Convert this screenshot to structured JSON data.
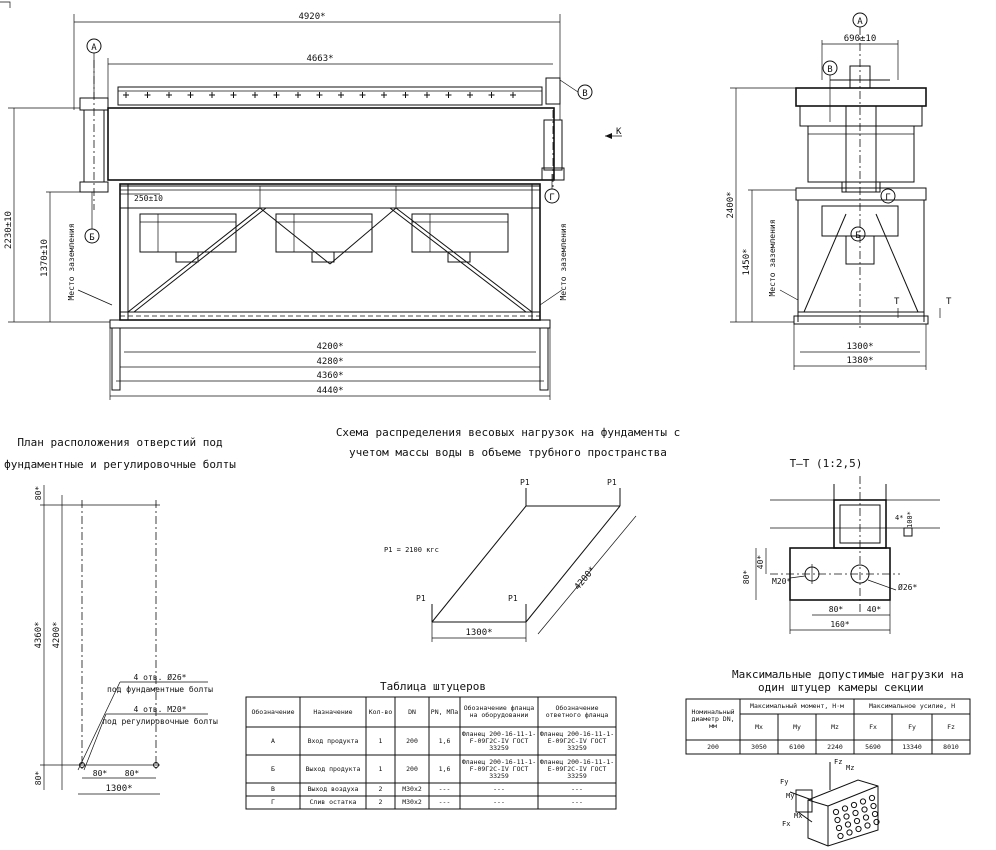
{
  "front": {
    "corner_mark": "",
    "dim_4920": "4920*",
    "dim_4663": "4663*",
    "dim_2230": "2230±10",
    "dim_1370": "1370±10",
    "dim_250": "250±10",
    "dim_4200": "4200*",
    "dim_4280": "4280*",
    "dim_4360": "4360*",
    "dim_4440": "4440*",
    "ground_left": "Место заземления",
    "ground_right": "Место заземления",
    "label_A": "А",
    "label_B": "Б",
    "label_V": "В",
    "label_G": "Г",
    "label_K": "К"
  },
  "side": {
    "dim_690": "690±10",
    "dim_2400": "2400*",
    "dim_1450": "1450*",
    "dim_1300": "1300*",
    "dim_1380": "1380*",
    "ground": "Место заземления",
    "label_A": "А",
    "label_B": "Б",
    "label_V": "В",
    "label_G": "Г",
    "section_T1": "Т",
    "section_T2": "Т"
  },
  "plan": {
    "title_line1": "План расположения отверстий под",
    "title_line2": "фундаментные и регулировочные болты",
    "dim_80_top": "80*",
    "dim_4360": "4360*",
    "dim_4200": "4200*",
    "dim_80_bottom": "80*",
    "dim_80_a": "80*",
    "dim_80_b": "80*",
    "dim_1300": "1300*",
    "note1_top": "4 отв. Ø26*",
    "note1_bottom": "под фундаментные болты",
    "note2_top": "4 отв. M20*",
    "note2_bottom": "под регулировочные болты"
  },
  "loads": {
    "title_line1": "Схема распределения весовых нагрузок на фундаменты с",
    "title_line2": "учетом массы воды в объеме трубного пространства",
    "p1_value": "P1 = 2100 кгс",
    "p1": "P1",
    "dim_1300": "1300*",
    "dim_4200": "4200*"
  },
  "section": {
    "title": "Т–Т (1:2,5)",
    "dim_40a": "40*",
    "dim_80": "80*",
    "m20": "M20*",
    "dim_80b": "80*",
    "dim_40b": "40*",
    "dim_160": "160*",
    "phi26": "Ø26*",
    "dim_4": "4*",
    "dim_100": "100*"
  },
  "nozzles": {
    "title": "Таблица штуцеров",
    "headers": [
      "Обозначение",
      "Назначение",
      "Кол-во",
      "DN",
      "PN, МПа",
      "Обозначение фланца на оборудовании",
      "Обозначение ответного фланца"
    ],
    "rows": [
      [
        "А",
        "Вход продукта",
        "1",
        "200",
        "1,6",
        "Фланец 200-16-11-1-F-09Г2С-IV ГОСТ 33259",
        "Фланец 200-16-11-1-E-09Г2С-IV ГОСТ 33259"
      ],
      [
        "Б",
        "Выход продукта",
        "1",
        "200",
        "1,6",
        "Фланец 200-16-11-1-F-09Г2С-IV ГОСТ 33259",
        "Фланец 200-16-11-1-E-09Г2С-IV ГОСТ 33259"
      ],
      [
        "В",
        "Выход воздуха",
        "2",
        "M30x2",
        "---",
        "---",
        "---"
      ],
      [
        "Г",
        "Слив остатка",
        "2",
        "M30x2",
        "---",
        "---",
        "---"
      ]
    ]
  },
  "maxloads": {
    "title_line1": "Максимальные допустимые нагрузки на",
    "title_line2": "один штуцер камеры секции",
    "col_dn": "Номинальный диаметр DN, мм",
    "col_moment": "Максимальный момент, Н·м",
    "col_force": "Максимальное усилие, Н",
    "sub": [
      "Mx",
      "My",
      "Mz",
      "Fx",
      "Fy",
      "Fz"
    ],
    "values": [
      "200",
      "3050",
      "6100",
      "2240",
      "5690",
      "13340",
      "8010"
    ]
  },
  "axes_figure": {
    "fx": "Fx",
    "fy": "Fy",
    "fz": "Fz",
    "mx": "Mx",
    "my": "My",
    "mz": "Mz"
  }
}
